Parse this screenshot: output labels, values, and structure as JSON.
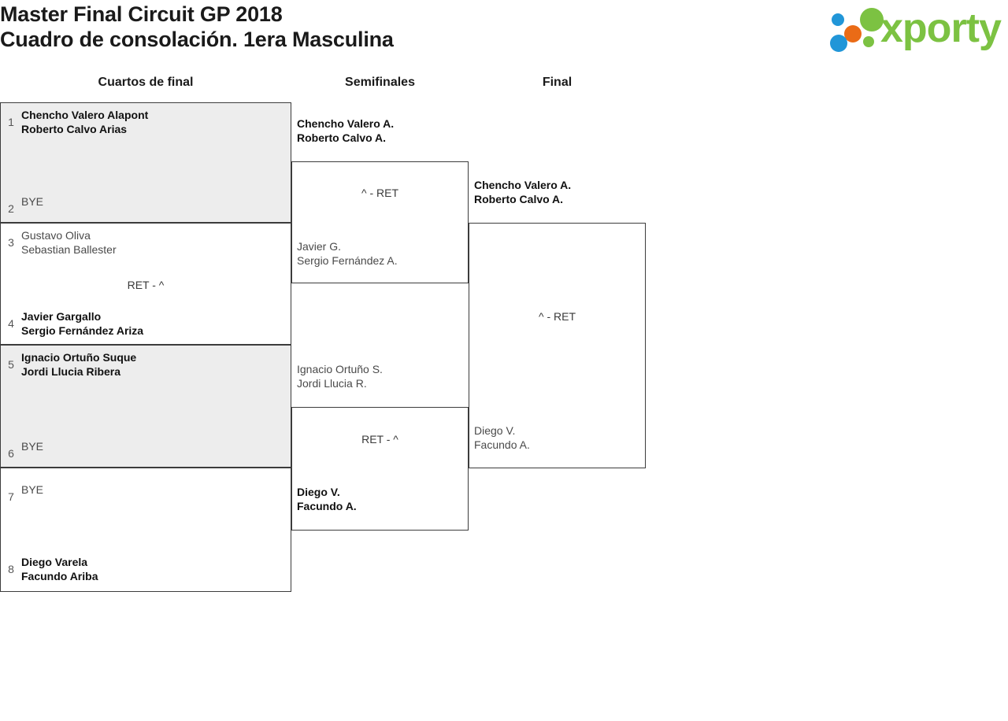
{
  "header": {
    "title_line_1": "Master Final Circuit GP 2018",
    "title_line_2": "Cuadro de consolación. 1era Masculina"
  },
  "logo": {
    "wordmark": "xporty",
    "colors": {
      "green": "#7cc242",
      "blue": "#2196d8",
      "orange": "#ea6b16"
    }
  },
  "rounds": [
    {
      "name": "Cuartos de final"
    },
    {
      "name": "Semifinales"
    },
    {
      "name": "Final"
    }
  ],
  "quarterfinals": [
    {
      "shaded": true,
      "score": "",
      "top": {
        "seed": "1",
        "player1": "Chencho Valero Alapont",
        "player2": "Roberto Calvo Arias",
        "result": "winner"
      },
      "bottom": {
        "seed": "2",
        "player1": "BYE",
        "player2": "",
        "result": "bye"
      }
    },
    {
      "shaded": false,
      "score": "RET - ^",
      "top": {
        "seed": "3",
        "player1": "Gustavo Oliva",
        "player2": "Sebastian Ballester",
        "result": "loser"
      },
      "bottom": {
        "seed": "4",
        "player1": "Javier Gargallo",
        "player2": "Sergio Fernández Ariza",
        "result": "winner"
      }
    },
    {
      "shaded": true,
      "score": "",
      "top": {
        "seed": "5",
        "player1": "Ignacio Ortuño Suque",
        "player2": "Jordi Llucia Ribera",
        "result": "winner"
      },
      "bottom": {
        "seed": "6",
        "player1": "BYE",
        "player2": "",
        "result": "bye"
      }
    },
    {
      "shaded": false,
      "score": "",
      "top": {
        "seed": "7",
        "player1": "BYE",
        "player2": "",
        "result": "bye"
      },
      "bottom": {
        "seed": "8",
        "player1": "Diego Varela",
        "player2": "Facundo Ariba",
        "result": "winner"
      }
    }
  ],
  "semifinals": [
    {
      "score": "^ - RET",
      "top": {
        "player1": "Chencho Valero A.",
        "player2": "Roberto Calvo A.",
        "result": "winner"
      },
      "bottom": {
        "player1": "Javier G.",
        "player2": "Sergio Fernández A.",
        "result": "loser"
      }
    },
    {
      "score": "RET - ^",
      "top": {
        "player1": "Ignacio Ortuño S.",
        "player2": "Jordi Llucia R.",
        "result": "loser"
      },
      "bottom": {
        "player1": "Diego V.",
        "player2": "Facundo A.",
        "result": "winner"
      }
    }
  ],
  "final": {
    "score": "^ - RET",
    "top": {
      "player1": "Chencho Valero A.",
      "player2": "Roberto Calvo A.",
      "result": "winner"
    },
    "bottom": {
      "player1": "Diego V.",
      "player2": "Facundo A.",
      "result": "loser"
    }
  }
}
